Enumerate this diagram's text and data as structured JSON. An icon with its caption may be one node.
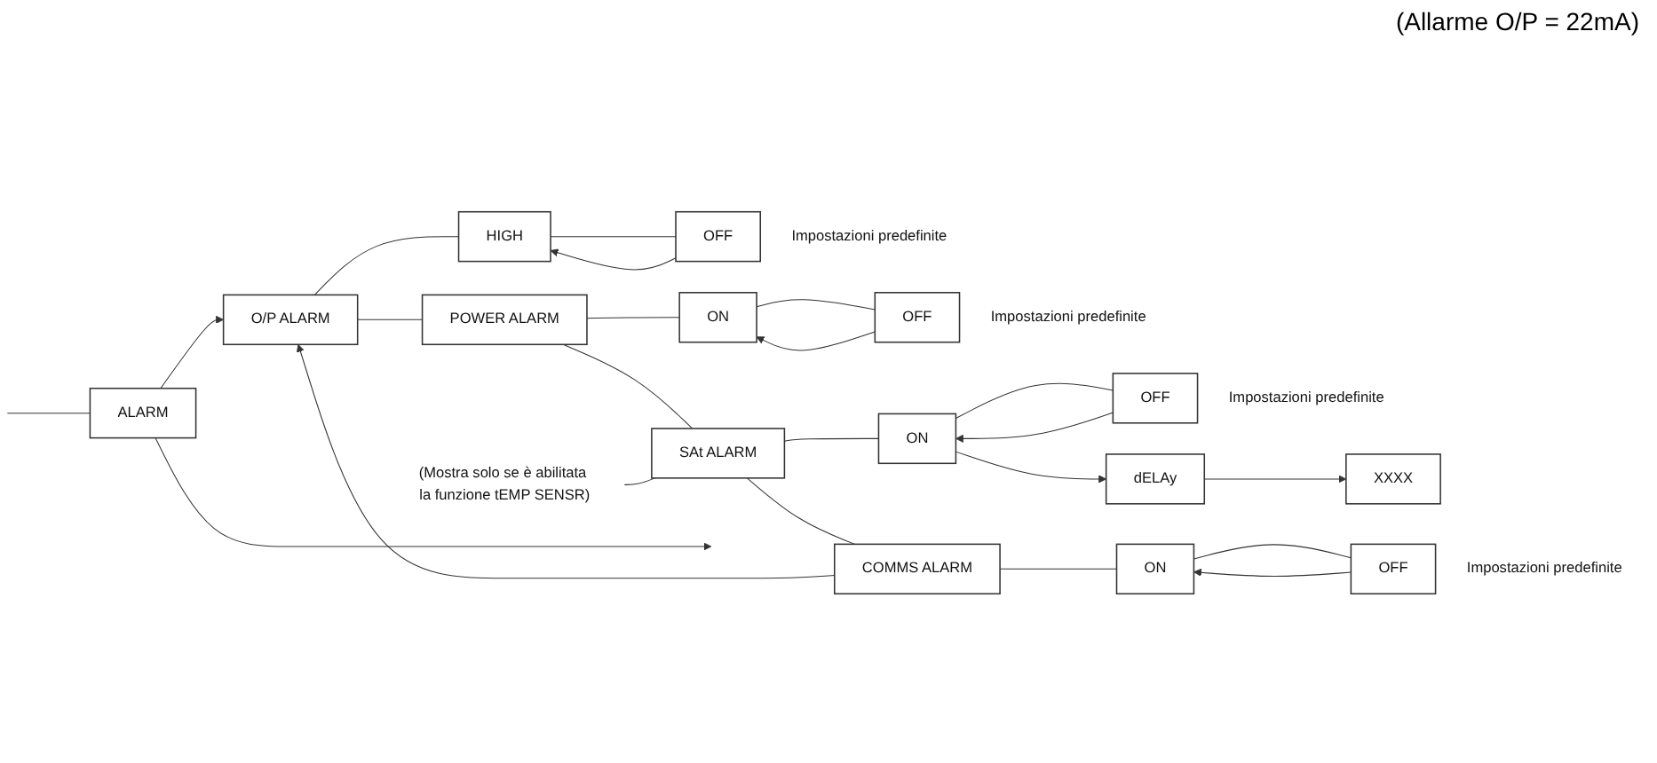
{
  "diagram": {
    "nodes": [
      {
        "text": [
          "ALARM"
        ]
      },
      {
        "text": [
          "O/P ALARM"
        ]
      },
      {
        "text": [
          "HIGH"
        ]
      },
      {
        "text": [
          "OFF"
        ],
        "beside": [
          "Impostazioni predefinite"
        ]
      },
      {
        "text": [
          "POWER ALARM"
        ]
      },
      {
        "text": [
          "ON"
        ]
      },
      {
        "text": [
          "OFF"
        ],
        "beside": [
          "Impostazioni predefinite"
        ]
      },
      {
        "text": [
          "SAt ALARM"
        ]
      },
      {
        "text": [
          "ON"
        ]
      },
      {
        "text": [
          "OFF"
        ],
        "beside": [
          "Impostazioni predefinite"
        ]
      },
      {
        "text": [
          "dELAy"
        ]
      },
      {
        "text": [
          "XXXX"
        ]
      },
      {
        "text": [
          "COMMS ALARM"
        ]
      },
      {
        "text": [
          "ON"
        ]
      },
      {
        "text": [
          "OFF"
        ],
        "beside": [
          "Impostazioni predefinite"
        ]
      },
      {
        "text": [
          "(Mostra solo se è abilitata la funzione tEMP SENSR)"
        ]
      }
    ],
    "edges": [
      {
        "from": null,
        "to": 0,
        "arrow": "none"
      },
      {
        "from": 0,
        "to": 1,
        "arrow": "to"
      },
      {
        "from": 0,
        "to": null,
        "arrow": "to"
      },
      {
        "from": 1,
        "to": 2,
        "arrow": "none"
      },
      {
        "from": 2,
        "to": 3,
        "arrow": "none"
      },
      {
        "from": 3,
        "to": 2,
        "arrow": "to"
      },
      {
        "from": 1,
        "to": 4,
        "arrow": "none"
      },
      {
        "from": 4,
        "to": 5,
        "arrow": "none"
      },
      {
        "from": 5,
        "to": 6,
        "arrow": "none"
      },
      {
        "from": 6,
        "to": 5,
        "arrow": "to"
      },
      {
        "from": 4,
        "to": 7,
        "arrow": "none"
      },
      {
        "from": 15,
        "to": 7,
        "arrow": "none"
      },
      {
        "from": 7,
        "to": 8,
        "arrow": "none"
      },
      {
        "from": 8,
        "to": 9,
        "arrow": "none"
      },
      {
        "from": 9,
        "to": 8,
        "arrow": "to"
      },
      {
        "from": 8,
        "to": 10,
        "arrow": "to"
      },
      {
        "from": 10,
        "to": 11,
        "arrow": "to"
      },
      {
        "from": 7,
        "to": 12,
        "arrow": "none"
      },
      {
        "from": 12,
        "to": 13,
        "arrow": "none"
      },
      {
        "from": 13,
        "to": 14,
        "arrow": "none"
      },
      {
        "from": 14,
        "to": 13,
        "arrow": "to"
      },
      {
        "from": 12,
        "to": 1,
        "arrow": "to"
      }
    ],
    "labels": [
      "(Allarme O/P = 22mA)"
    ]
  }
}
